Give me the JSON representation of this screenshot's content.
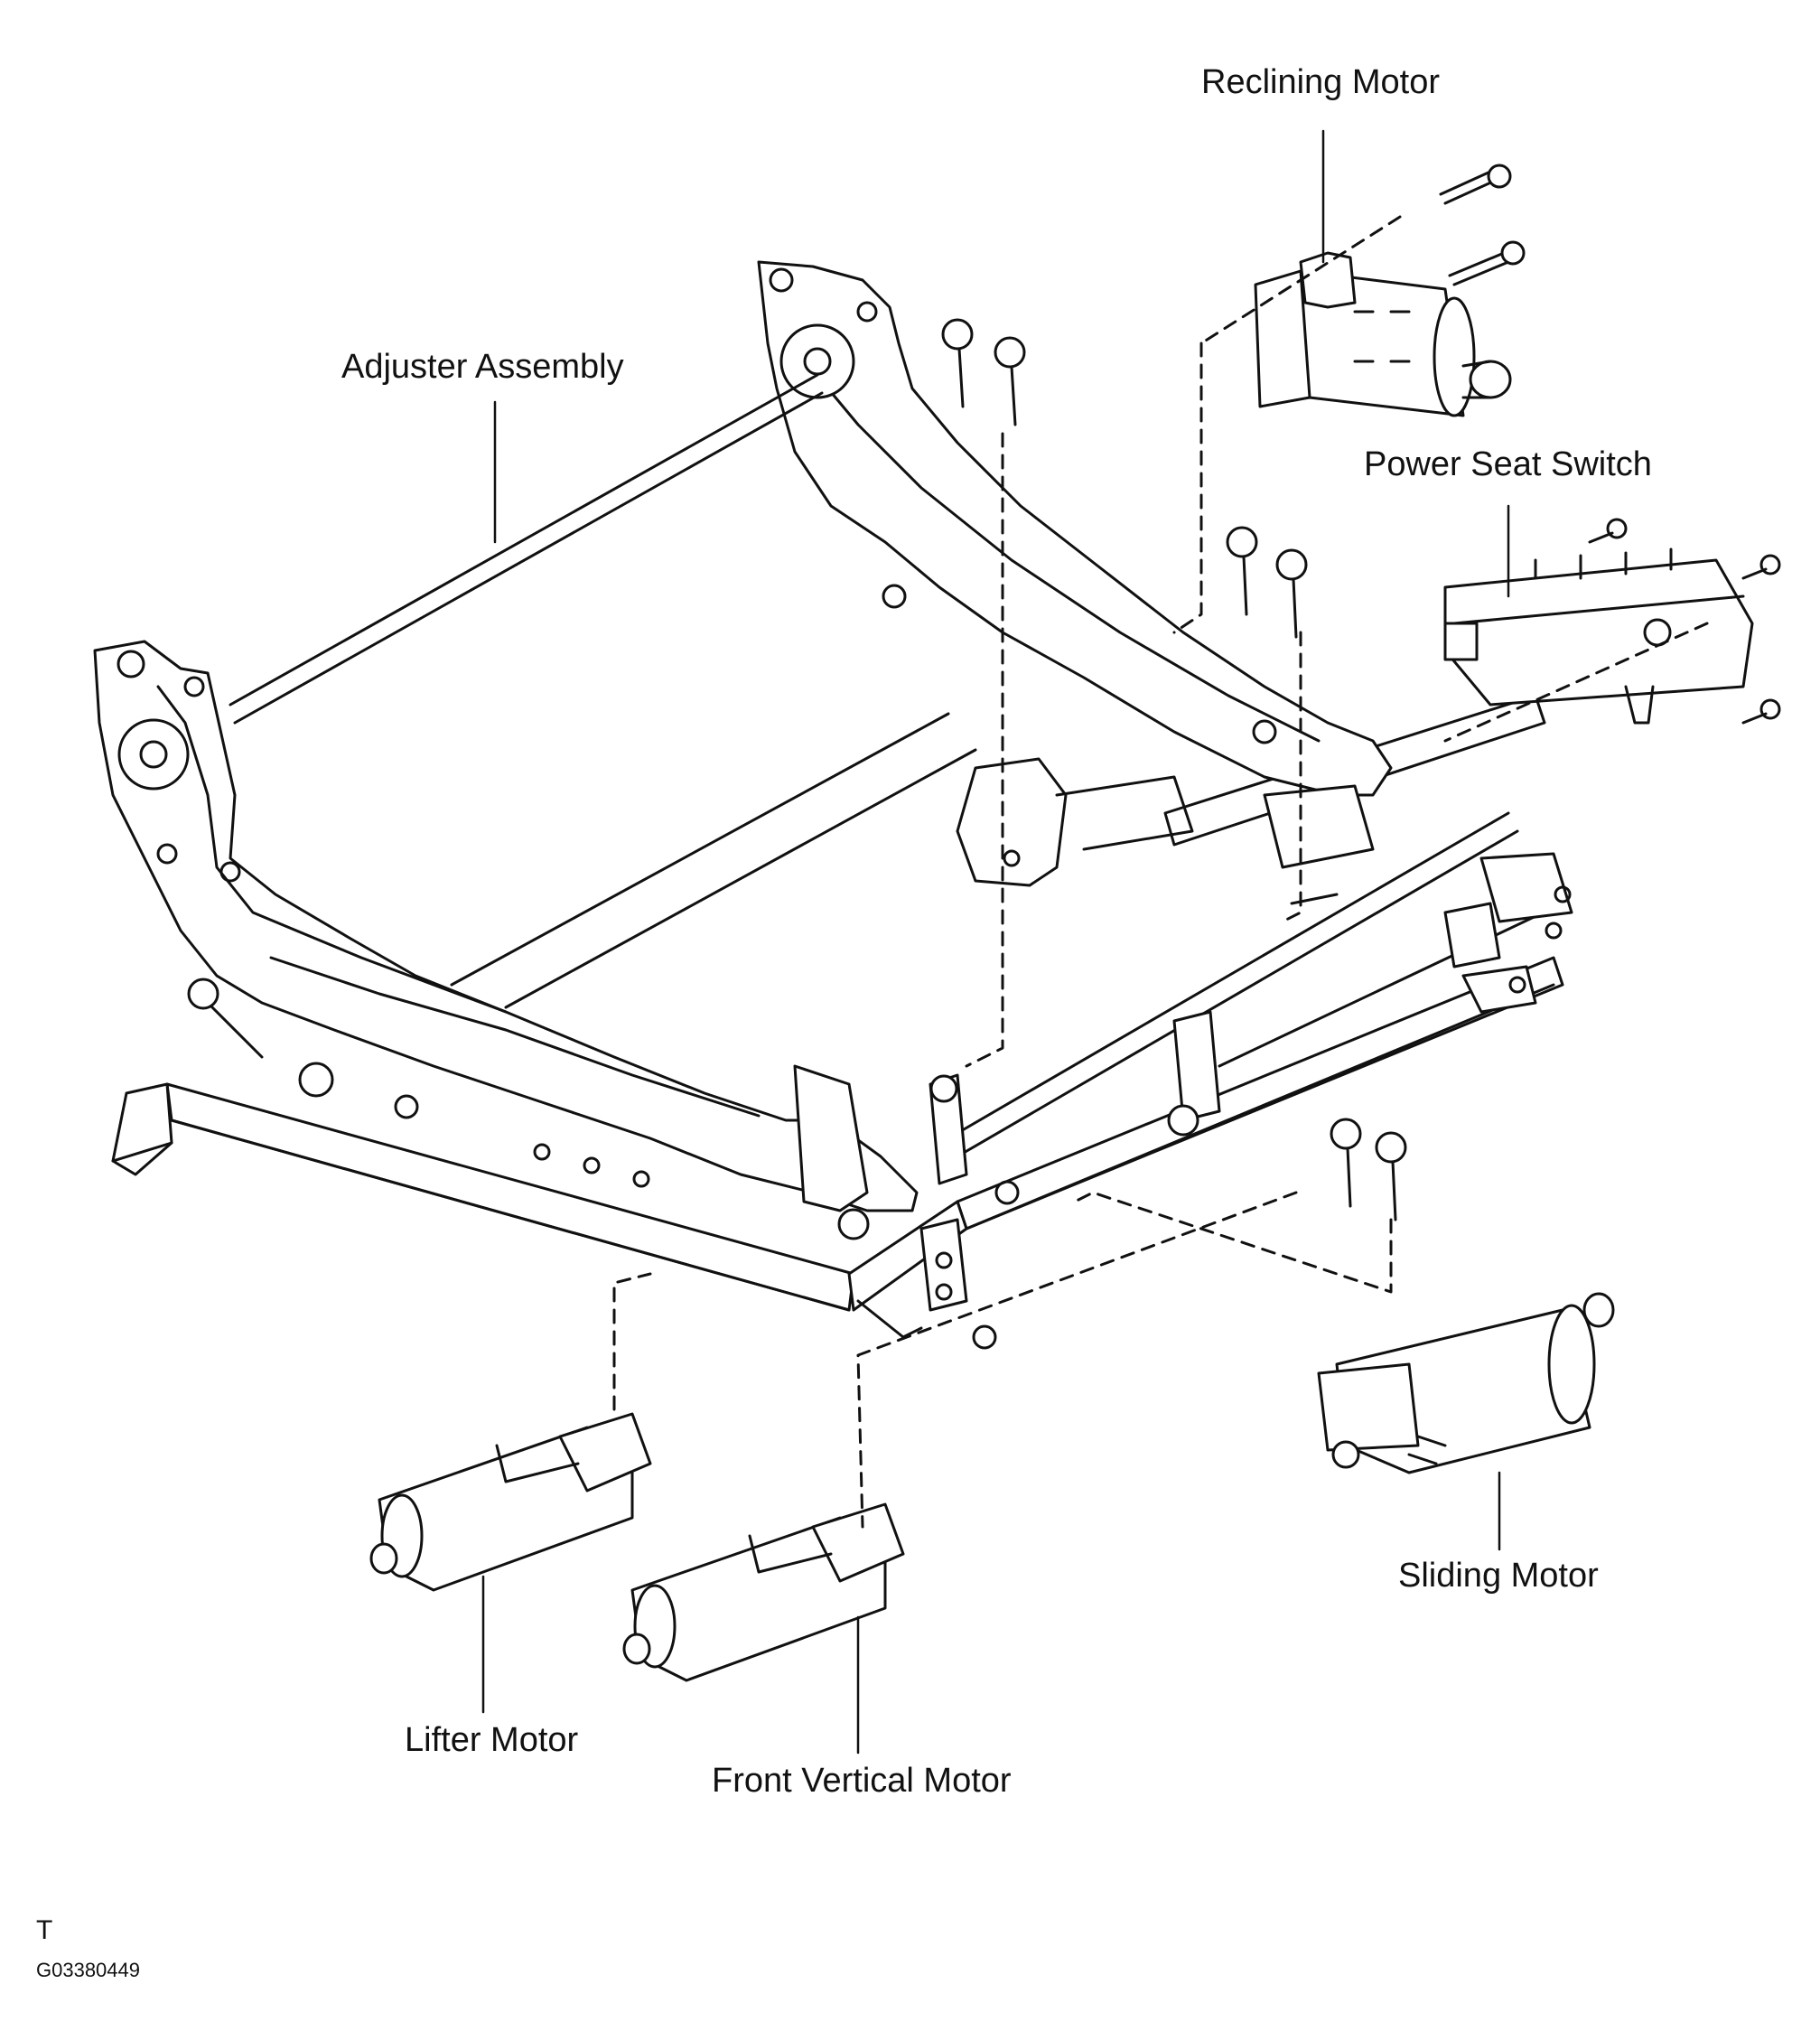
{
  "labels": {
    "reclining_motor": "Reclining Motor",
    "adjuster_assembly": "Adjuster Assembly",
    "power_seat_switch": "Power Seat Switch",
    "sliding_motor": "Sliding Motor",
    "lifter_motor": "Lifter Motor",
    "front_vertical_motor": "Front Vertical Motor"
  },
  "footer": {
    "mark": "T",
    "code": "G03380449"
  },
  "colors": {
    "line": "#111111",
    "background": "#ffffff"
  }
}
